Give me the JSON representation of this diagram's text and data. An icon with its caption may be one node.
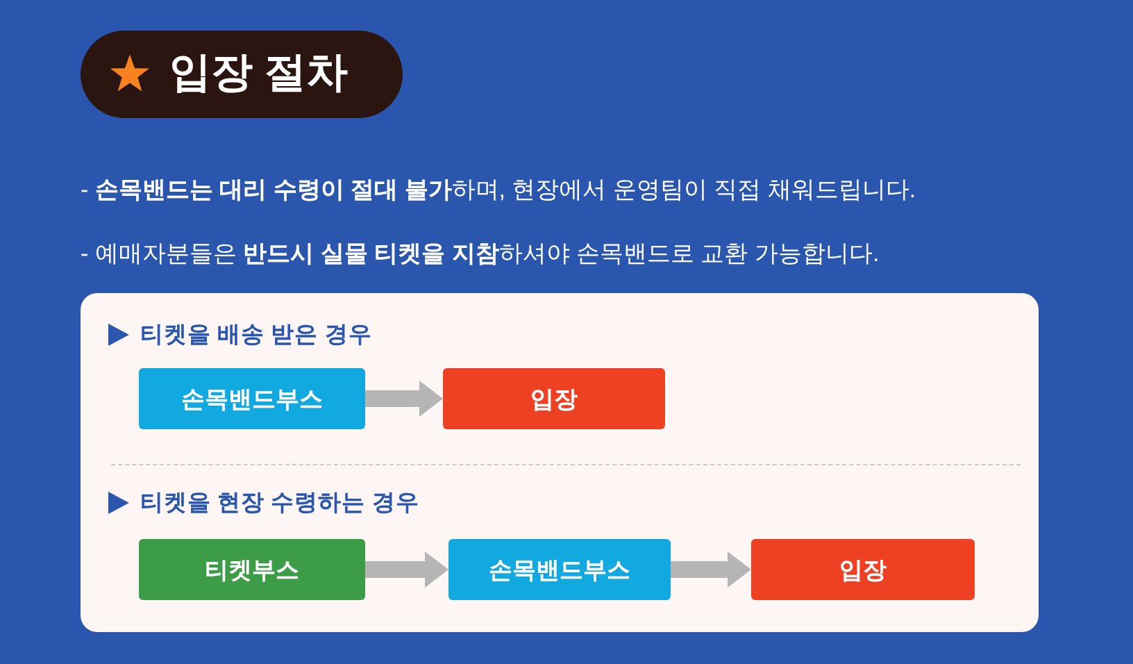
{
  "diagram": {
    "title": "입장 절차",
    "nodes": [
      {
        "text": [
          "티켓을 배송 받은 경우",
          "티켓을 현장 수령하는 경우"
        ]
      },
      {
        "text": [
          "손목밴드부스"
        ],
        "in": 0
      },
      {
        "text": [
          "입장"
        ],
        "in": 0
      },
      {
        "text": [
          "티켓부스"
        ],
        "in": 0
      },
      {
        "text": [
          "손목밴드부스"
        ],
        "in": 0
      },
      {
        "text": [
          "입장"
        ],
        "in": 0
      }
    ],
    "edges": [
      {
        "from": 1,
        "to": 2,
        "arrow": "to"
      },
      {
        "from": 3,
        "to": 4,
        "arrow": "to"
      },
      {
        "from": 4,
        "to": 5,
        "arrow": "to"
      }
    ],
    "labels": [
      "- **손목밴드는 대리 수령이 절대 불가**하며, 현장에서 운영팀이 직접 채워드립니다.",
      "- 예매자분들은 **반드시 실물 티켓을 지참**하셔야 손목밴드로 교환 가능합니다."
    ]
  }
}
